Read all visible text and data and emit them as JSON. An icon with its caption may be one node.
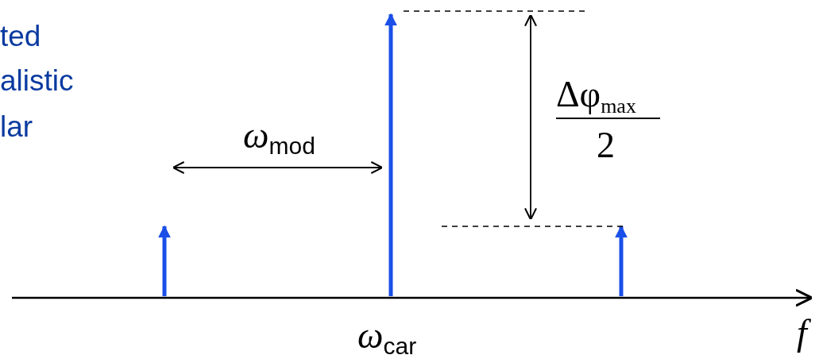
{
  "diagram": {
    "labels": [
      "ted",
      "alistic",
      "lar",
      "ω$_{mod}$",
      "Δφ$_{max}$",
      "2",
      "ω$_{car}$",
      "f"
    ]
  }
}
